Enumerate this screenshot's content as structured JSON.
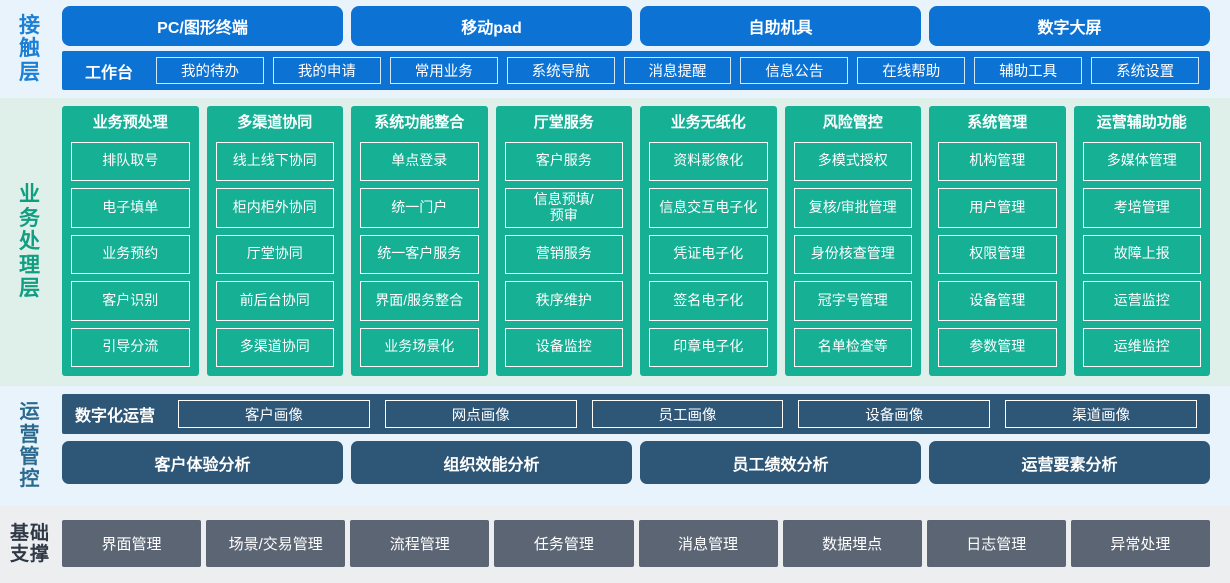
{
  "layers": {
    "contact": {
      "label_chars": [
        "接",
        "触",
        "层"
      ],
      "channels": [
        "PC/图形终端",
        "移动pad",
        "自助机具",
        "数字大屏"
      ],
      "workbench_title": "工作台",
      "workbench_items": [
        "我的待办",
        "我的申请",
        "常用业务",
        "系统导航",
        "消息提醒",
        "信息公告",
        "在线帮助",
        "辅助工具",
        "系统设置"
      ]
    },
    "business": {
      "label_chars": [
        "业",
        "务",
        "处",
        "理",
        "层"
      ],
      "columns": [
        {
          "title": "业务预处理",
          "items": [
            "排队取号",
            "电子填单",
            "业务预约",
            "客户识别",
            "引导分流"
          ]
        },
        {
          "title": "多渠道协同",
          "items": [
            "线上线下协同",
            "柜内柜外协同",
            "厅堂协同",
            "前后台协同",
            "多渠道协同"
          ]
        },
        {
          "title": "系统功能整合",
          "items": [
            "单点登录",
            "统一门户",
            "统一客户服务",
            "界面/服务整合",
            "业务场景化"
          ]
        },
        {
          "title": "厅堂服务",
          "items": [
            "客户服务",
            "信息预填/\n预审",
            "营销服务",
            "秩序维护",
            "设备监控"
          ]
        },
        {
          "title": "业务无纸化",
          "items": [
            "资料影像化",
            "信息交互电子化",
            "凭证电子化",
            "签名电子化",
            "印章电子化"
          ]
        },
        {
          "title": "风险管控",
          "items": [
            "多模式授权",
            "复核/审批管理",
            "身份核查管理",
            "冠字号管理",
            "名单检查等"
          ]
        },
        {
          "title": "系统管理",
          "items": [
            "机构管理",
            "用户管理",
            "权限管理",
            "设备管理",
            "参数管理"
          ]
        },
        {
          "title": "运营辅助功能",
          "items": [
            "多媒体管理",
            "考培管理",
            "故障上报",
            "运营监控",
            "运维监控"
          ]
        }
      ]
    },
    "operations": {
      "label_chars": [
        "运",
        "营",
        "管",
        "控"
      ],
      "portraits_title": "数字化运营",
      "portraits": [
        "客户画像",
        "网点画像",
        "员工画像",
        "设备画像",
        "渠道画像"
      ],
      "analysis": [
        "客户体验分析",
        "组织效能分析",
        "员工绩效分析",
        "运营要素分析"
      ]
    },
    "foundation": {
      "label_lines": [
        "基础",
        "支撑"
      ],
      "items": [
        "界面管理",
        "场景/交易管理",
        "流程管理",
        "任务管理",
        "消息管理",
        "数据埋点",
        "日志管理",
        "异常处理"
      ]
    }
  },
  "colors": {
    "contact_band_bg": "#e8f3fb",
    "contact_accent": "#0c72d4",
    "business_band_bg": "#dff0ea",
    "business_accent": "#16b095",
    "operations_band_bg": "#e8f3fb",
    "operations_accent": "#2e5677",
    "foundation_band_bg": "#eceef0",
    "foundation_accent": "#5b6573"
  }
}
